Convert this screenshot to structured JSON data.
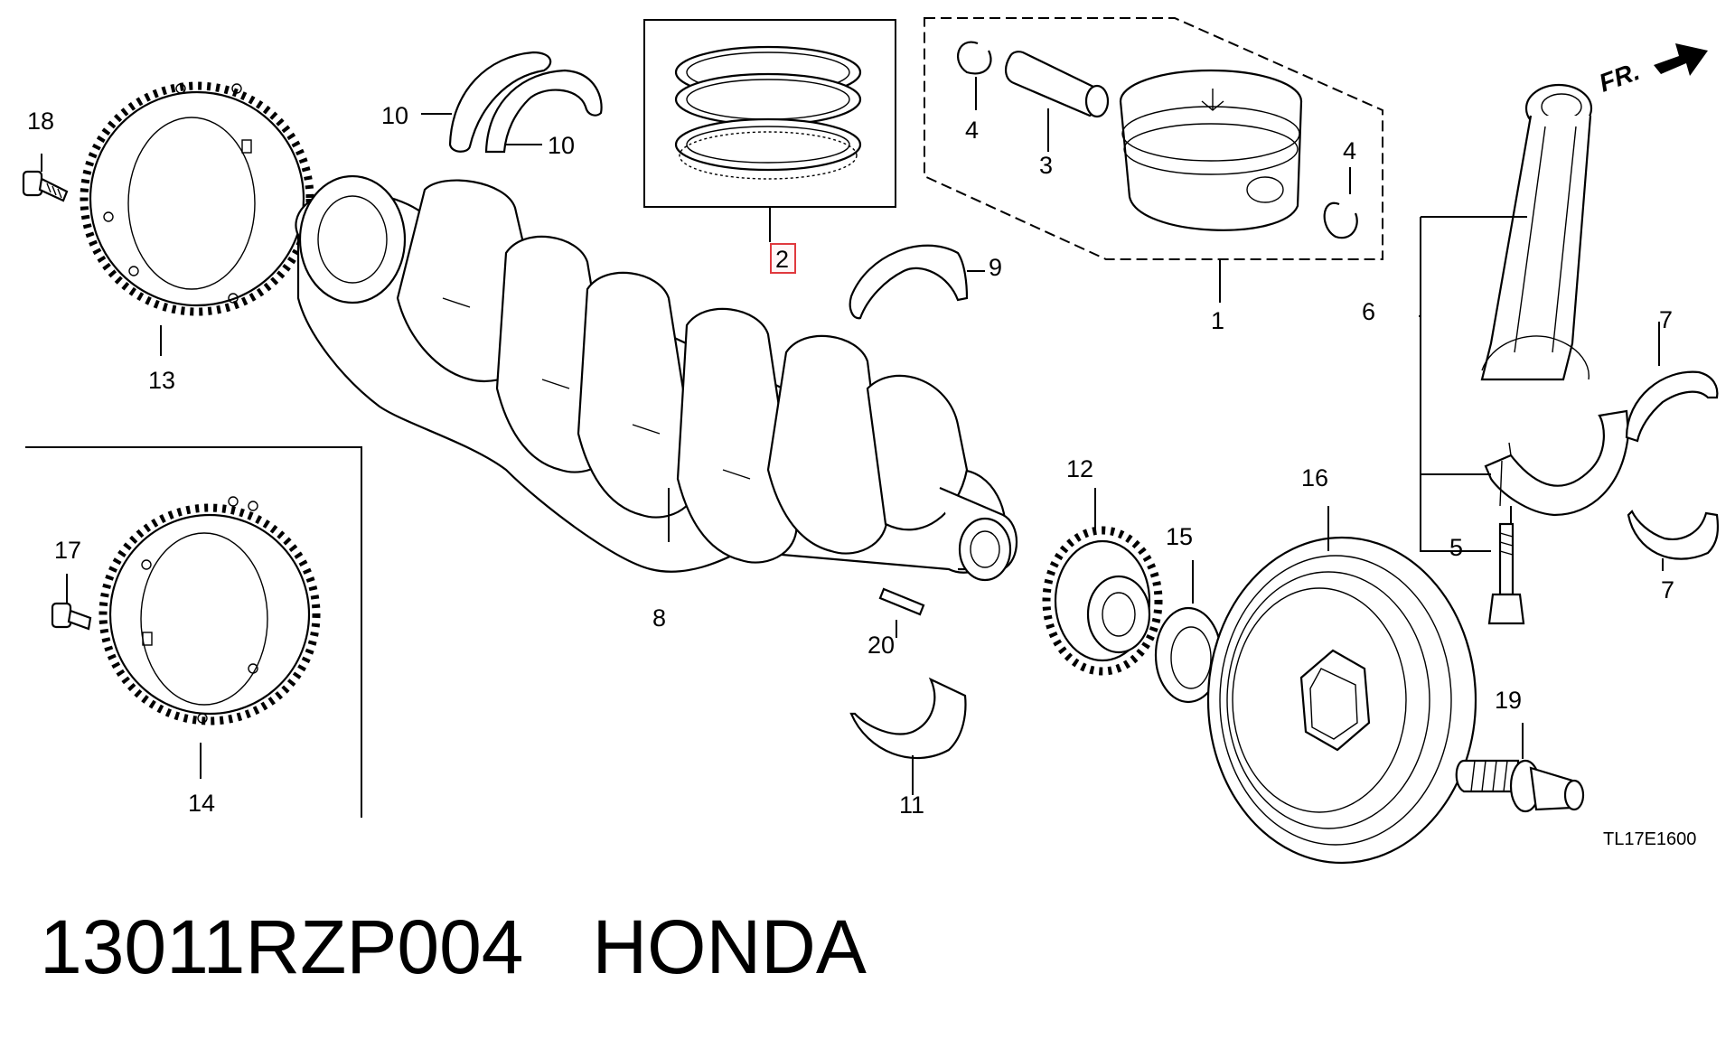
{
  "diagram": {
    "direction_label": "FR.",
    "drawing_code": "TL17E1600",
    "highlighted_callout": "2",
    "callouts": {
      "c1": "1",
      "c2": "2",
      "c3": "3",
      "c4a": "4",
      "c4b": "4",
      "c5": "5",
      "c6": "6",
      "c7a": "7",
      "c7b": "7",
      "c8": "8",
      "c9": "9",
      "c10a": "10",
      "c10b": "10",
      "c11": "11",
      "c12": "12",
      "c13": "13",
      "c14": "14",
      "c15": "15",
      "c16": "16",
      "c17": "17",
      "c18": "18",
      "c19": "19",
      "c20": "20"
    },
    "highlight_color": "#e0393e"
  },
  "footer": {
    "part_number": "13011RZP004",
    "brand": "HONDA"
  }
}
